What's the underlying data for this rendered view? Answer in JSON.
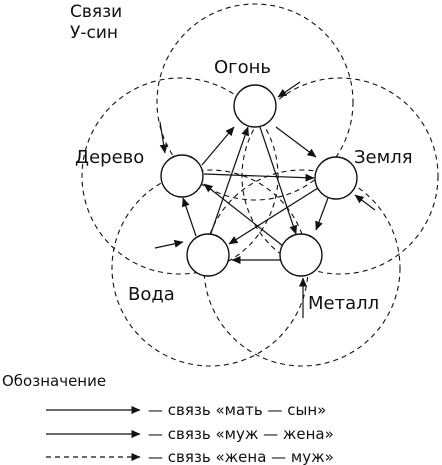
{
  "title_lines": [
    "Связи",
    "У-син"
  ],
  "nodes": {
    "fire": "Огонь",
    "earth": "Земля",
    "metal": "Металл",
    "water": "Вода",
    "wood": "Дерево"
  },
  "legend": {
    "heading": "Обозначение",
    "mother_son": "— связь «мать — сын»",
    "husband_wife": "— связь «муж — жена»",
    "wife_husband": "— связь «жена — муж»"
  },
  "colors": {
    "stroke": "#111111",
    "background": "#ffffff"
  }
}
